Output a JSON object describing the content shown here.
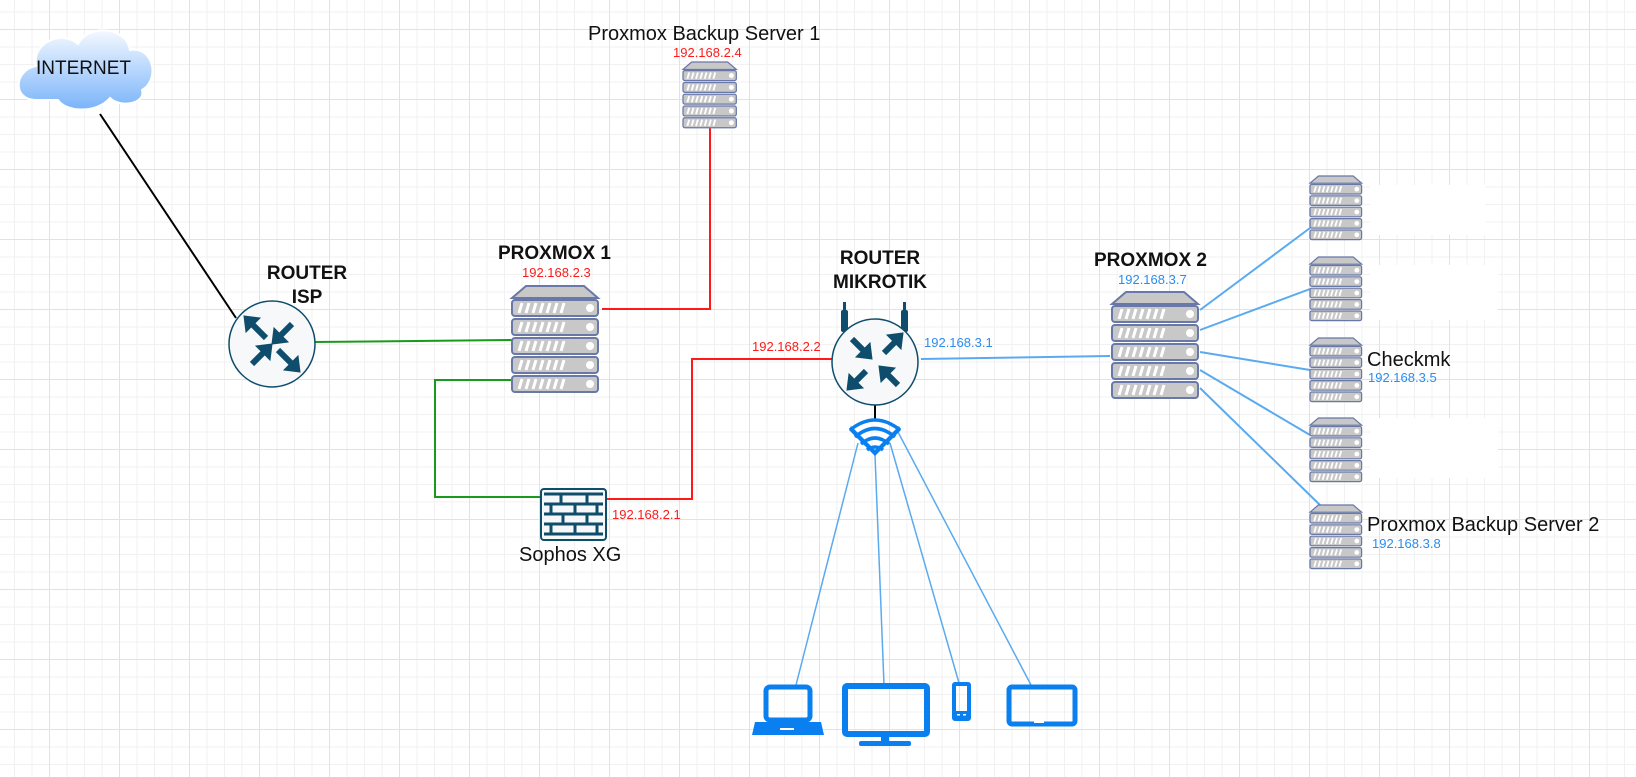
{
  "diagram": {
    "internet": {
      "label": "INTERNET"
    },
    "router_isp": {
      "line1": "ROUTER",
      "line2": "ISP"
    },
    "proxmox1": {
      "label": "PROXMOX 1",
      "ip": "192.168.2.3"
    },
    "pbs1": {
      "label": "Proxmox Backup Server 1",
      "ip": "192.168.2.4"
    },
    "sophos": {
      "label": "Sophos XG",
      "ip": "192.168.2.1"
    },
    "router_mikrotik": {
      "line1": "ROUTER",
      "line2": "MIKROTIK",
      "ip_wan": "192.168.2.2",
      "ip_lan": "192.168.3.1"
    },
    "proxmox2": {
      "label": "PROXMOX 2",
      "ip": "192.168.3.7"
    },
    "vms": [
      {
        "label": "",
        "ip": ""
      },
      {
        "label": "",
        "ip": ""
      },
      {
        "label": "Checkmk",
        "ip": "192.168.3.5"
      },
      {
        "label": "",
        "ip": ""
      },
      {
        "label": "Proxmox Backup Server 2",
        "ip": "192.168.3.8"
      }
    ],
    "wifi_clients": [
      "laptop",
      "desktop-monitor",
      "smartphone",
      "tablet"
    ],
    "colors": {
      "wan_black": "#000000",
      "lan_green": "#1a9a1a",
      "net_red": "#ff1a1a",
      "net_blue": "#5aaaf0",
      "device_blue": "#0a80f0",
      "router_dark": "#0e4d6b",
      "server_gray": "#c8c8c8",
      "server_border": "#6878a8"
    }
  }
}
